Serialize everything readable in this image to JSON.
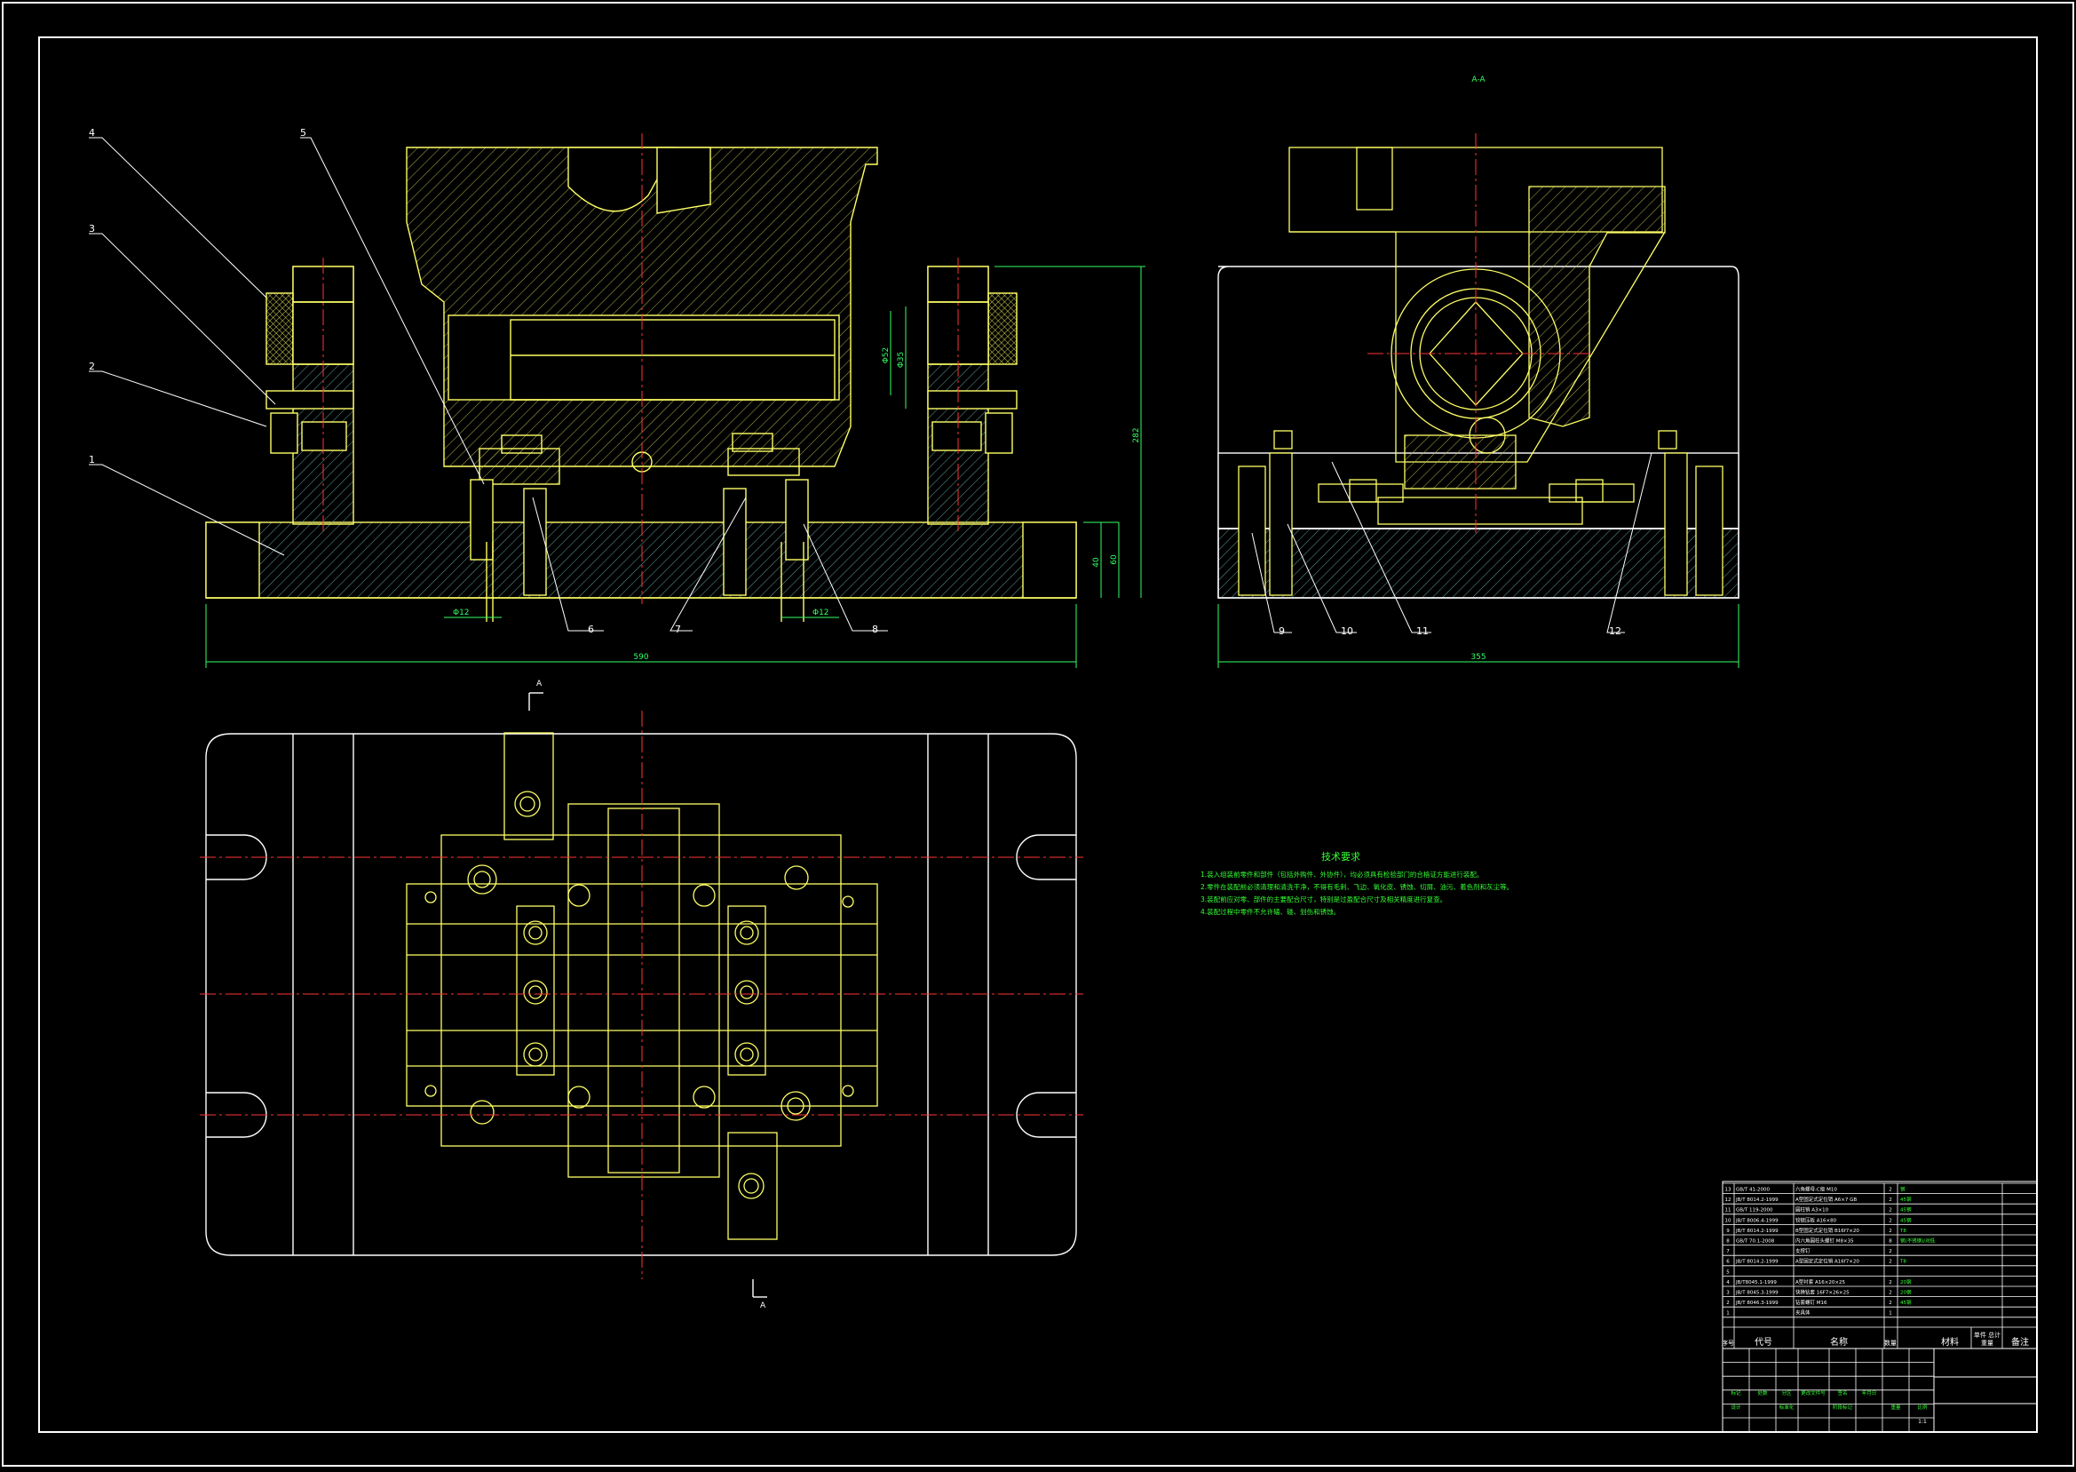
{
  "colors": {
    "background": "#000000",
    "frame": "#ffffff",
    "part_outline": "#ffff66",
    "hatch": "#6fa8a8",
    "dimension": "#33ff66",
    "centerline": "#ff3333",
    "leader": "#ffffff",
    "notes_text": "#33ff33"
  },
  "section_label": "A-A",
  "section_marker": "A",
  "balloons": [
    "1",
    "2",
    "3",
    "4",
    "5",
    "6",
    "7",
    "8",
    "9",
    "10",
    "11",
    "12"
  ],
  "dimensions": {
    "front_overall_width": "590",
    "side_overall_width": "355",
    "front_overall_height": "282",
    "base_height_1": "40",
    "base_height_2": "60",
    "dim_small_1": "Φ12",
    "dim_small_2": "Φ12",
    "dim_vertical_1": "Φ52",
    "dim_vertical_2": "Φ35"
  },
  "notes": {
    "title": "技术要求",
    "lines": [
      "1.装入组装前零件和部件（包括外购件、外协件），均必须具有检验部门的合格证方能进行装配。",
      "2.零件在装配前必须清理和清洗干净，不得有毛刺、飞边、氧化皮、锈蚀、切屑、油污、着色剂和灰尘等。",
      "3.装配前应对零、部件的主要配合尺寸，特别是过盈配合尺寸及相关精度进行复查。",
      "4.装配过程中零件不允许磕、碰、划伤和锈蚀。"
    ]
  },
  "bom": {
    "rows": [
      [
        "13",
        "GB/T 41-2000",
        "六角螺母-C级 M10",
        "2",
        "钢",
        ""
      ],
      [
        "12",
        "JB/T 8014.2-1999",
        "A型固定式定位销 A6×7 GB",
        "2",
        "45钢",
        ""
      ],
      [
        "11",
        "GB/T 119-2000",
        "圆柱销 A3×10",
        "2",
        "45钢",
        ""
      ],
      [
        "10",
        "JB/T 8006.4-1999",
        "铰链压板 A16×80",
        "2",
        "45钢",
        ""
      ],
      [
        "9",
        "JB/T 8014.2-1999",
        "B型固定式定位销 B16f7×20",
        "2",
        "T8",
        ""
      ],
      [
        "8",
        "GB/T 70.1-2008",
        "内六角圆柱头螺钉 M8×35",
        "8",
        "钢(不锈钢)/对低",
        ""
      ],
      [
        "7",
        "",
        "支撑钉",
        "2",
        "",
        ""
      ],
      [
        "6",
        "JB/T 8014.2-1999",
        "A型固定式定位销 A16f7×20",
        "2",
        "T8",
        ""
      ],
      [
        "5",
        "",
        "",
        "",
        "",
        ""
      ],
      [
        "4",
        "JB/T8045.1-1999",
        "A型衬套 A16×20×25",
        "2",
        "20钢",
        ""
      ],
      [
        "3",
        "JB/T 8045.3-1999",
        "快换钻套 16F7×26×25",
        "2",
        "20钢",
        ""
      ],
      [
        "2",
        "JB/T 8046.3-1999",
        "钻套螺钉 M16",
        "2",
        "45钢",
        ""
      ],
      [
        "1",
        "",
        "夹具体",
        "1",
        "",
        ""
      ]
    ],
    "header": [
      "序号",
      "代号",
      "名称",
      "数量",
      "材料",
      "单件 总计",
      "备注"
    ],
    "weight_label": "重量"
  },
  "title_block": {
    "row_labels": [
      "标记",
      "处数",
      "分区",
      "更改文件号",
      "签名",
      "年月日"
    ],
    "row2": [
      "设计",
      "标准化",
      "阶段标记",
      "重量",
      "比例"
    ],
    "scale": "1:1"
  }
}
